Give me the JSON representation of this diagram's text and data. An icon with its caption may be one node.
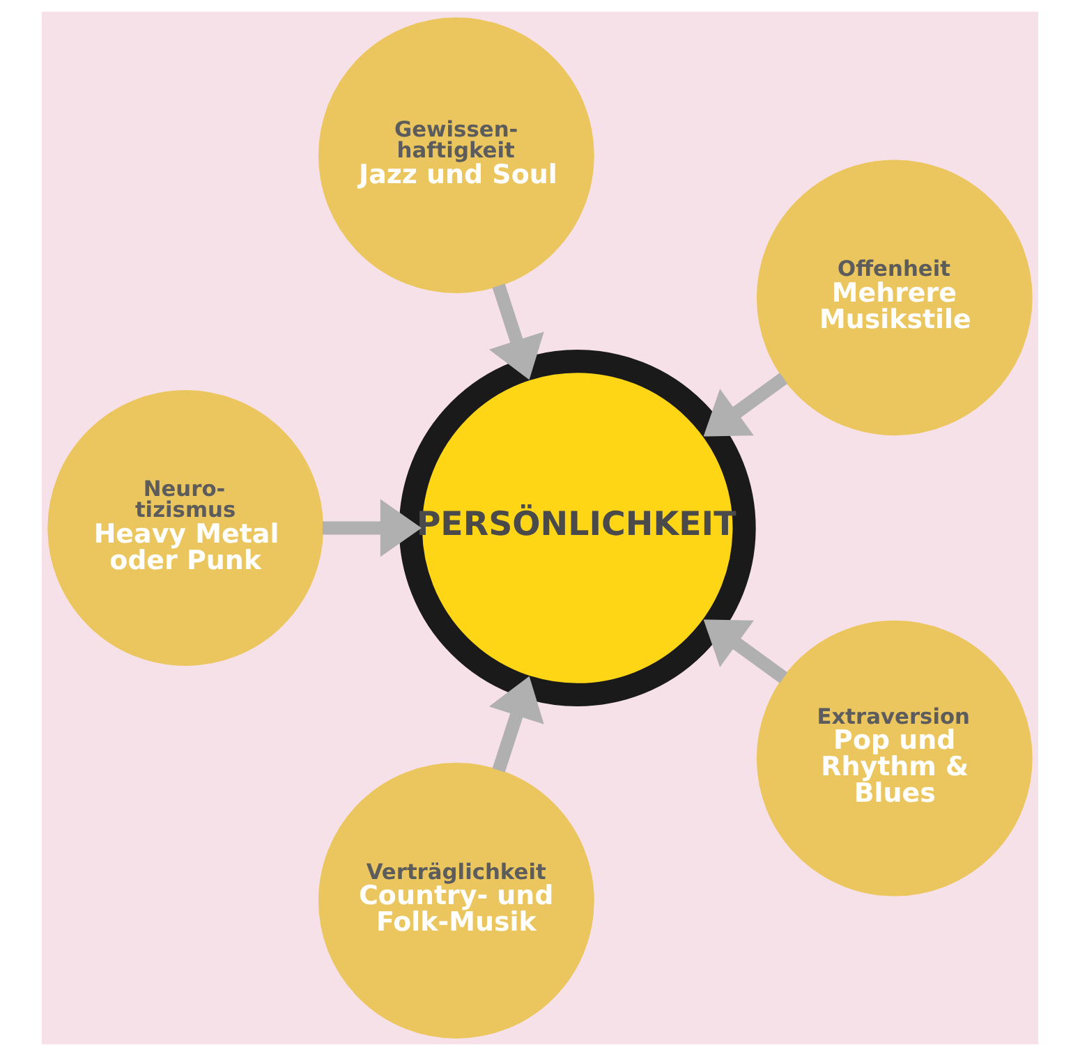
{
  "diagram": {
    "nodes": [
      {
        "text": [
          "Offenheit",
          "Mehrere Musikstile"
        ]
      },
      {
        "text": [
          "Gewissen- haftigkeit",
          "Jazz und Soul"
        ]
      },
      {
        "text": [
          "Neuro- tizismus",
          "Heavy Metal oder Punk"
        ]
      },
      {
        "text": [
          "PERSÖNLICHKEIT"
        ]
      },
      {
        "text": [
          "Verträglichkeit",
          "Country- und Folk-Musik"
        ]
      },
      {
        "text": [
          "Extraversion",
          "Pop und Rhythm & Blues"
        ]
      }
    ],
    "edges": [
      {
        "from": 0,
        "to": 3,
        "arrow": "to"
      },
      {
        "from": 1,
        "to": 3,
        "arrow": "to"
      },
      {
        "from": 2,
        "to": 3,
        "arrow": "to"
      },
      {
        "from": 4,
        "to": 3,
        "arrow": "to"
      },
      {
        "from": 5,
        "to": 3,
        "arrow": "to"
      }
    ]
  }
}
